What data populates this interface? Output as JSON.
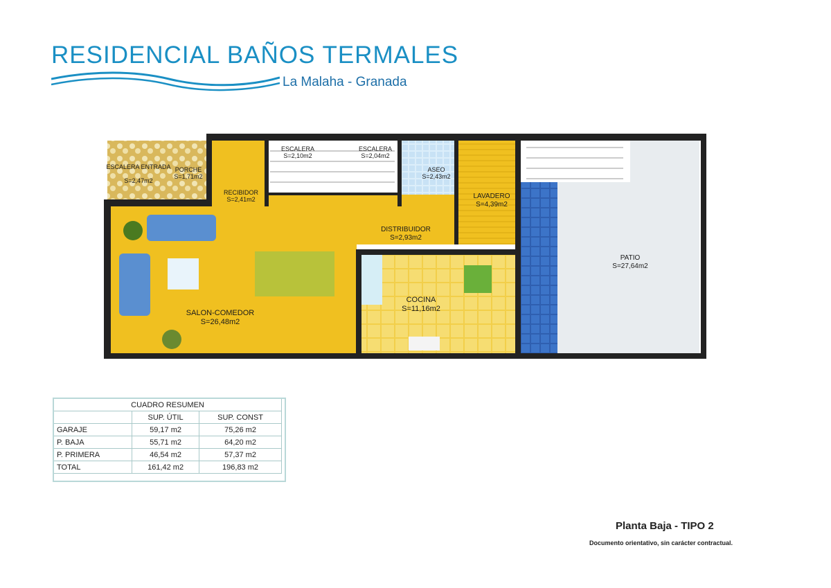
{
  "brand": {
    "title": "RESIDENCIAL BAÑOS TERMALES",
    "subtitle": "La Malaha - Granada",
    "color": "#1a8fc4"
  },
  "plan": {
    "rooms": {
      "escalera_entrada": {
        "name": "ESCALERA ENTRADA",
        "area": "S=2,47m2"
      },
      "porche": {
        "name": "PORCHE",
        "area": "S=1,71m2"
      },
      "recibidor": {
        "name": "RECIBIDOR",
        "area": "S=2,41m2"
      },
      "escalera_1": {
        "name": "ESCALERA",
        "area": "S=2,10m2"
      },
      "escalera_2": {
        "name": "ESCALERA",
        "area": "S=2,04m2"
      },
      "aseo": {
        "name": "ASEO",
        "area": "S=2,43m2"
      },
      "lavadero": {
        "name": "LAVADERO",
        "area": "S=4,39m2"
      },
      "distribuidor": {
        "name": "DISTRIBUIDOR",
        "area": "S=2,93m2"
      },
      "patio": {
        "name": "PATIO",
        "area": "S=27,64m2"
      },
      "salon_comedor": {
        "name": "SALON-COMEDOR",
        "area": "S=26,48m2"
      },
      "cocina": {
        "name": "COCINA",
        "area": "S=11,16m2"
      }
    },
    "colors": {
      "wall": "#222222",
      "floor": "#f0c020",
      "tile_blue": "#2f5fb0",
      "patio": "#e8ecef"
    }
  },
  "summary": {
    "caption": "CUADRO RESUMEN",
    "headers": [
      "",
      "SUP. ÚTIL",
      "SUP. CONST"
    ],
    "rows": [
      {
        "label": "GARAJE",
        "util": "59,17 m2",
        "const": "75,26 m2"
      },
      {
        "label": "P. BAJA",
        "util": "55,71 m2",
        "const": "64,20 m2"
      },
      {
        "label": "P. PRIMERA",
        "util": "46,54 m2",
        "const": "57,37 m2"
      },
      {
        "label": "TOTAL",
        "util": "161,42 m2",
        "const": "196,83 m2"
      }
    ]
  },
  "footer": {
    "title": "Planta Baja - TIPO 2",
    "note": "Documento orientativo, sin carácter contractual."
  }
}
